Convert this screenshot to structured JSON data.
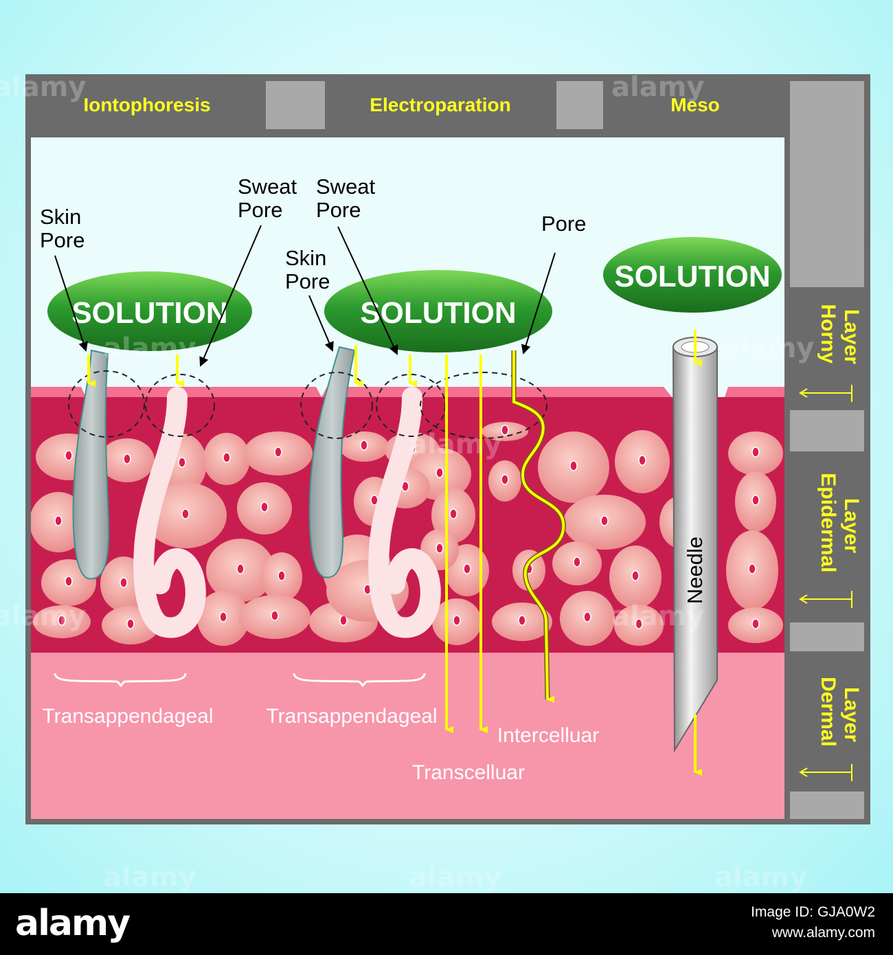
{
  "header": {
    "tab1": "Iontophoresis",
    "tab2": "Electroparation",
    "tab3": "Meso"
  },
  "solutions": [
    "SOLUTION",
    "SOLUTION",
    "SOLUTION"
  ],
  "labels": {
    "skin_pore_left": [
      "Skin",
      "Pore"
    ],
    "sweat_pore_left": [
      "Sweat",
      "Pore"
    ],
    "skin_pore_mid": [
      "Skin",
      "Pore"
    ],
    "sweat_pore_mid": [
      "Sweat",
      "Pore"
    ],
    "pore": "Pore",
    "needle": "Needle"
  },
  "routes": {
    "transappendageal_1": "Transappendageal",
    "transappendageal_2": "Transappendageal",
    "intercelluar": "Intercelluar",
    "transcelluar": "Transcelluar"
  },
  "layers": {
    "horny": [
      "Horny",
      "Layer"
    ],
    "epidermal": [
      "Epidermal",
      "Layer"
    ],
    "dermal": [
      "Dermal",
      "Layer"
    ]
  },
  "footer": {
    "brand": "alamy",
    "image_id": "Image ID: GJA0W2",
    "site": "www.alamy.com"
  },
  "colors": {
    "frame": "#6b6b6b",
    "epidermis": "#c81e4f",
    "dermis": "#f795ab",
    "cell": "#ee9a98",
    "solution": "#1f8a2a",
    "arrow": "#ffff00"
  }
}
